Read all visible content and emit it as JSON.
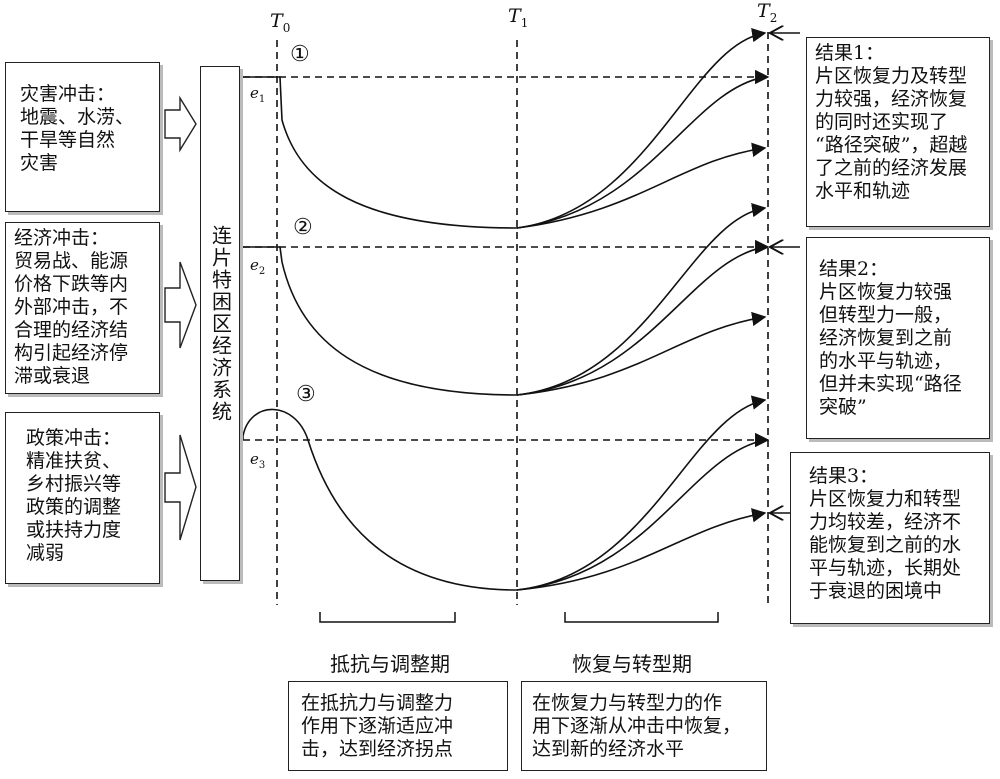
{
  "shocks": [
    {
      "text": "灾害冲击：\n地震、水涝、\n干旱等自然\n灾害"
    },
    {
      "text": "经济冲击：\n贸易战、能源\n价格下跌等内\n外部冲击，不\n合理的经济结\n构引起经济停\n滞或衰退"
    },
    {
      "text": "政策冲击：\n精准扶贫、\n乡村振兴等\n政策的调整\n或扶持力度\n减弱"
    }
  ],
  "system": {
    "label": "连片特困区经济系统"
  },
  "time_markers": [
    {
      "letter": "T",
      "sub": "0"
    },
    {
      "letter": "T",
      "sub": "1"
    },
    {
      "letter": "T",
      "sub": "2"
    }
  ],
  "equilibria": [
    {
      "letter": "e",
      "sub": "1"
    },
    {
      "letter": "e",
      "sub": "2"
    },
    {
      "letter": "e",
      "sub": "3"
    }
  ],
  "markers": [
    "①",
    "②",
    "③"
  ],
  "results": [
    {
      "text": "结果1：\n片区恢复力及转型\n力较强，经济恢复\n的同时还实现了\n“路径突破”，超越\n了之前的经济发展\n水平和轨迹"
    },
    {
      "text": "结果2：\n片区恢复力较强\n但转型力一般，\n经济恢复到之前\n的水平与轨迹，\n但并未实现“路径\n突破”"
    },
    {
      "text": "结果3：\n片区恢复力和转型\n力均较差，经济不\n能恢复到之前的水\n平与轨迹，长期处\n于衰退的困境中"
    }
  ],
  "phases": [
    {
      "label": "抵抗与调整期",
      "desc": "在抵抗力与调整力\n作用下逐渐适应冲\n击，达到经济拐点"
    },
    {
      "label": "恢复与转型期",
      "desc": "在恢复力与转型力的作\n用下逐渐从冲击中恢复，\n达到新的经济水平"
    }
  ]
}
